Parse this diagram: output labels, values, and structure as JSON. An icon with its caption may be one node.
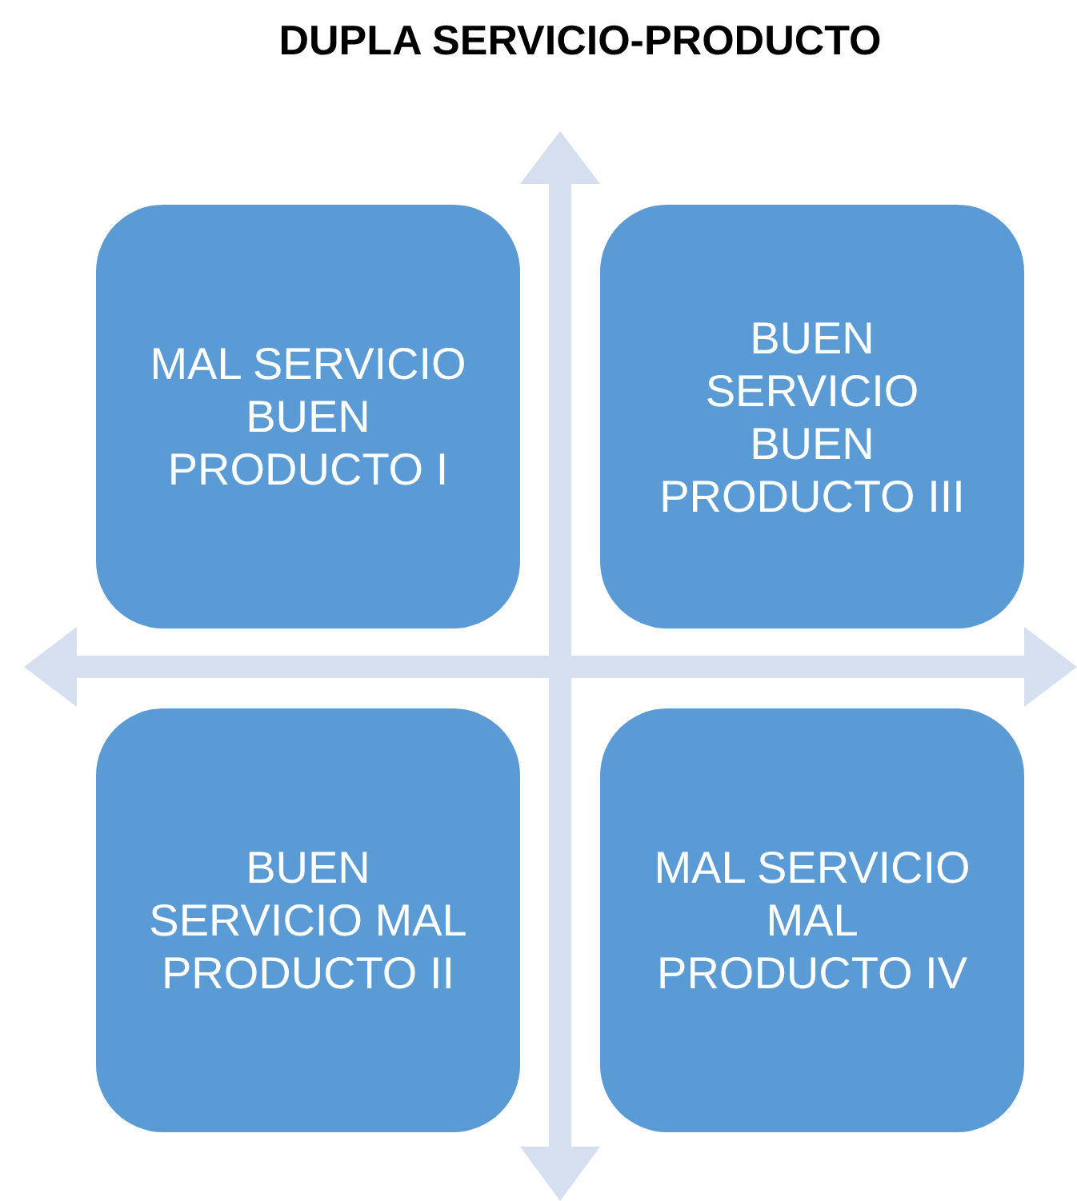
{
  "diagram": {
    "title": "DUPLA SERVICIO-PRODUCTO",
    "nodes": [
      {
        "text": [
          "MAL SERVICIO BUEN PRODUCTO I"
        ]
      },
      {
        "text": [
          "BUEN SERVICIO BUEN PRODUCTO III"
        ]
      },
      {
        "text": [
          "BUEN SERVICIO MAL PRODUCTO II"
        ]
      },
      {
        "text": [
          "MAL SERVICIO MAL PRODUCTO IV"
        ]
      }
    ]
  }
}
